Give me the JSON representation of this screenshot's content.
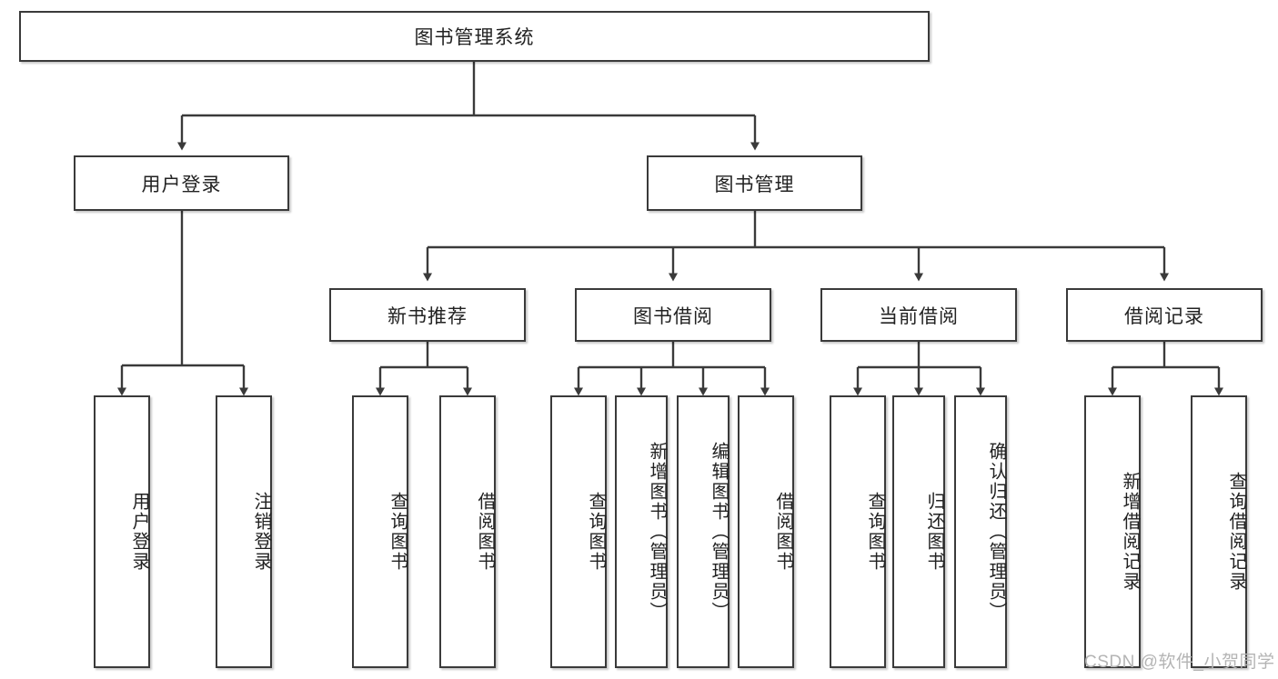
{
  "diagram": {
    "title": "图书管理系统",
    "type": "hierarchy-tree",
    "root": {
      "label": "图书管理系统",
      "children": [
        {
          "label": "用户登录",
          "children": [
            {
              "label": "用户登录"
            },
            {
              "label": "注销登录"
            }
          ]
        },
        {
          "label": "图书管理",
          "children": [
            {
              "label": "新书推荐",
              "children": [
                {
                  "label": "查询图书"
                },
                {
                  "label": "借阅图书"
                }
              ]
            },
            {
              "label": "图书借阅",
              "children": [
                {
                  "label": "查询图书"
                },
                {
                  "label": "新增图书（管理员）"
                },
                {
                  "label": "编辑图书（管理员）"
                },
                {
                  "label": "借阅图书"
                }
              ]
            },
            {
              "label": "当前借阅",
              "children": [
                {
                  "label": "查询图书"
                },
                {
                  "label": "归还图书"
                },
                {
                  "label": "确认归还（管理员）"
                }
              ]
            },
            {
              "label": "借阅记录",
              "children": [
                {
                  "label": "新增借阅记录"
                },
                {
                  "label": "查询借阅记录"
                }
              ]
            }
          ]
        }
      ]
    }
  },
  "nodes": {
    "root": "图书管理系统",
    "user_login": "用户登录",
    "book_manage": "图书管理",
    "leaf_user_login": "用户登录",
    "leaf_logout": "注销登录",
    "new_book_rec": "新书推荐",
    "book_borrow": "图书借阅",
    "current_borrow": "当前借阅",
    "borrow_record": "借阅记录",
    "nbr_query": "查询图书",
    "nbr_borrow": "借阅图书",
    "bb_query": "查询图书",
    "bb_add": "新增图书（管理员）",
    "bb_edit": "编辑图书（管理员）",
    "bb_borrow": "借阅图书",
    "cb_query": "查询图书",
    "cb_return": "归还图书",
    "cb_confirm": "确认归还（管理员）",
    "br_add": "新增借阅记录",
    "br_query": "查询借阅记录"
  },
  "watermark": {
    "text": "CSDN @软件_小贺同学"
  },
  "colors": {
    "border": "#3a3a3a",
    "text": "#222222",
    "background": "#ffffff",
    "watermark": "#b4b4b4"
  }
}
